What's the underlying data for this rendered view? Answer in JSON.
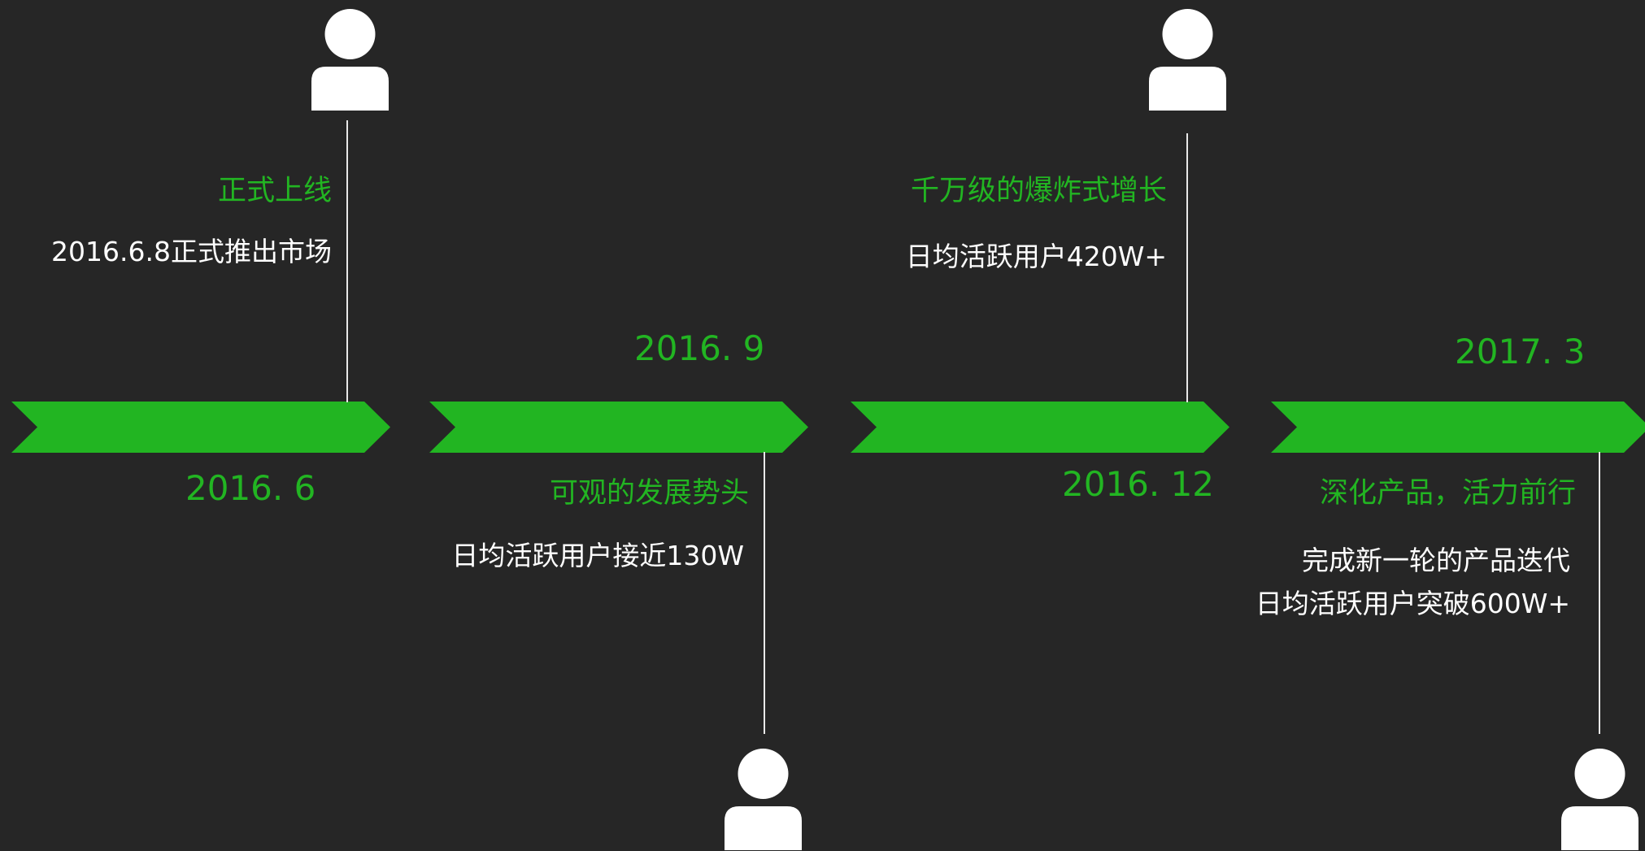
{
  "colors": {
    "background": "#262626",
    "accent_green": "#22b522",
    "text_white": "#ffffff",
    "line": "#e8e8e8"
  },
  "milestones": [
    {
      "date": "2016. 6",
      "title": "正式上线",
      "lines": [
        "2016.6.8正式推出市场"
      ],
      "icon": "person-icon"
    },
    {
      "date": "2016. 9",
      "title": "可观的发展势头",
      "lines": [
        "日均活跃用户接近130W"
      ],
      "icon": "person-icon"
    },
    {
      "date": "2016. 12",
      "title": "千万级的爆炸式增长",
      "lines": [
        "日均活跃用户420W+"
      ],
      "icon": "person-icon"
    },
    {
      "date": "2017. 3",
      "title": "深化产品，活力前行",
      "lines": [
        "完成新一轮的产品迭代",
        "日均活跃用户突破600W+"
      ],
      "icon": "person-icon"
    }
  ]
}
